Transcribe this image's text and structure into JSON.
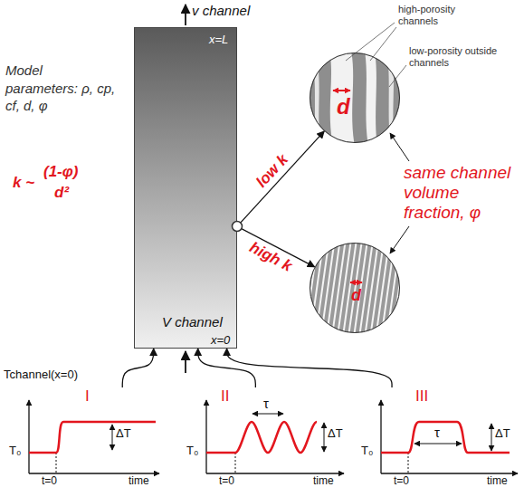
{
  "diagram": {
    "nodes": [
      {
        "text": [
          "x=L",
          "V channel",
          "x=0"
        ]
      },
      {
        "text": [
          "d"
        ]
      },
      {
        "text": [
          "d"
        ]
      },
      {
        "text": [
          "I",
          "T₀",
          "ΔT",
          "t=0",
          "time"
        ]
      },
      {
        "text": [
          "II",
          "T₀",
          "τ",
          "ΔT",
          "t=0",
          "time"
        ]
      },
      {
        "text": [
          "III",
          "T₀",
          "τ",
          "ΔT",
          "t=0",
          "time"
        ]
      }
    ],
    "edges": [
      {
        "from": 0,
        "to": 1,
        "label": "low k",
        "arrow": "to"
      },
      {
        "from": 0,
        "to": 2,
        "label": "high k",
        "arrow": "to"
      },
      {
        "from": 3,
        "to": 0,
        "arrow": "to"
      },
      {
        "from": 4,
        "to": 0,
        "arrow": "to"
      },
      {
        "from": 5,
        "to": 0,
        "arrow": "to"
      }
    ],
    "labels": [
      "v channel",
      "Model parameters: ρ, cp, cf, d, φ",
      "k ~",
      "(1-φ)",
      "d²",
      "high-porosity channels",
      "low-porosity outside channels",
      "same channel volume fraction, φ",
      "Tchannel(x=0)"
    ]
  }
}
